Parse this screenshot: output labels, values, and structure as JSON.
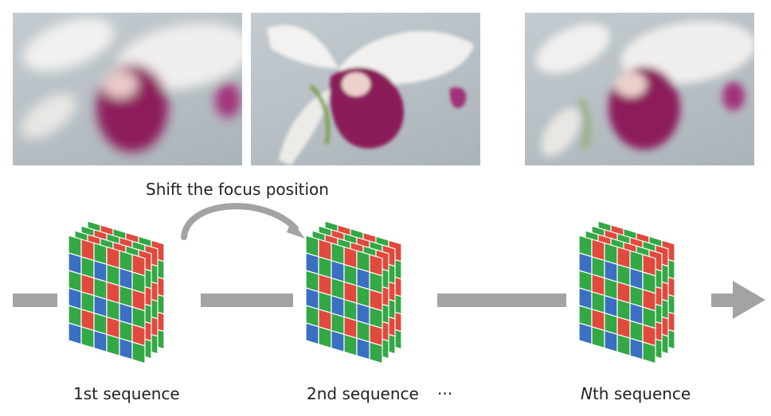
{
  "photos": [
    {
      "focus": "near"
    },
    {
      "focus": "middle"
    },
    {
      "focus": "far"
    }
  ],
  "caption": "Shift the focus position",
  "sequences": [
    {
      "label": "1st sequence"
    },
    {
      "label": "2nd sequence"
    },
    {
      "label_prefix": "N",
      "label_suffix": "th sequence"
    }
  ],
  "ellipsis": "···",
  "colors": {
    "red": "#e04a3c",
    "green": "#33a845",
    "blue": "#3a6fc2",
    "arrow": "#a3a3a3",
    "flower_petal": "#f2f1ef",
    "flower_lip": "#8c1f5c"
  }
}
